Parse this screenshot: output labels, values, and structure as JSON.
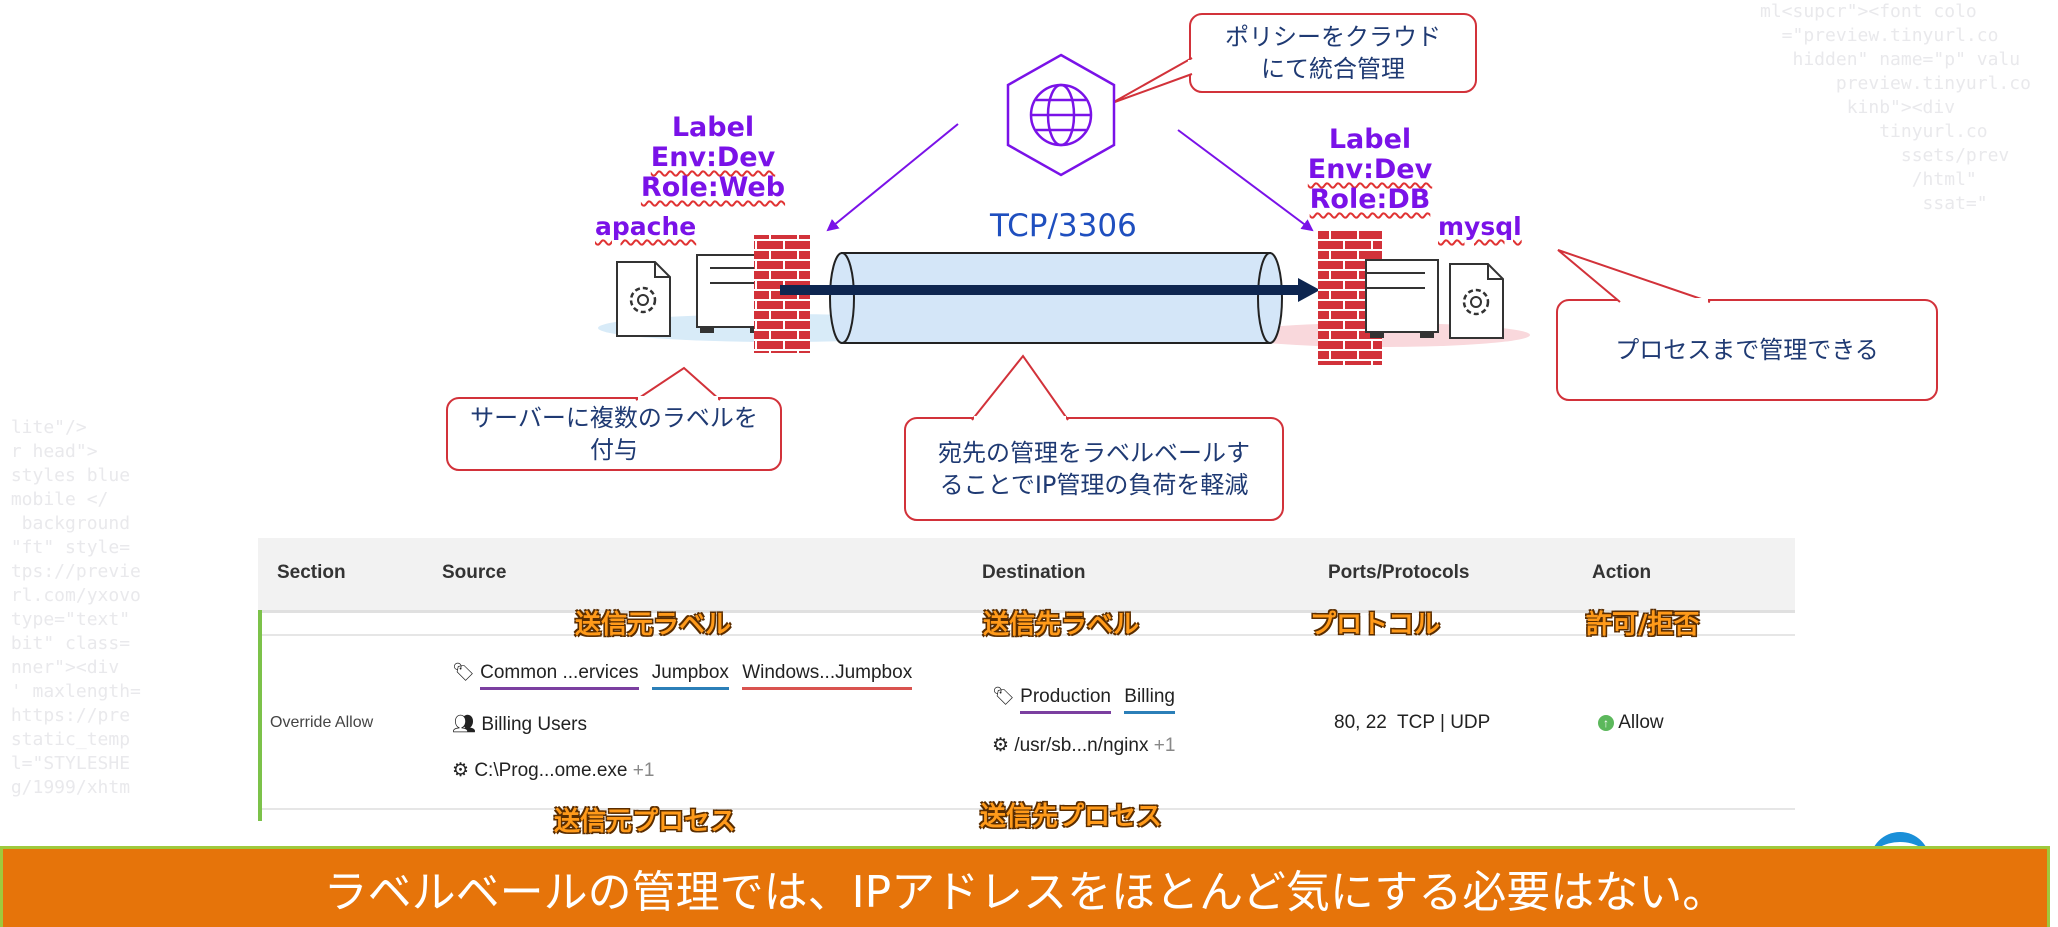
{
  "callouts": {
    "policy_line1": "ポリシーをクラウド",
    "policy_line2": "にて統合管理",
    "multi_label_line1": "サーバーに複数のラベルを",
    "multi_label_line2": "付与",
    "dest_line1": "宛先の管理をラベルベールす",
    "dest_line2": "ることでIP管理の負荷を軽減",
    "process": "プロセスまで管理できる"
  },
  "left_labels": [
    "Label",
    "Env:Dev",
    "Role:Web"
  ],
  "right_labels": [
    "Label",
    "Env:Dev",
    "Role:DB"
  ],
  "left_host": "apache",
  "right_host": "mysql",
  "connection": "TCP/3306",
  "table": {
    "headers": [
      "Section",
      "Source",
      "Destination",
      "Ports/Protocols",
      "Action"
    ],
    "row": {
      "section": "Override Allow",
      "source_tags": [
        "Common ...ervices",
        "Jumpbox",
        "Windows...Jumpbox"
      ],
      "source_user_group": "Billing Users",
      "source_process": "C:\\Prog...ome.exe",
      "source_process_more": "+1",
      "dest_tags": [
        "Production",
        "Billing"
      ],
      "dest_process": "/usr/sb...n/nginx",
      "dest_process_more": "+1",
      "ports": "80, 22",
      "protocols": "TCP | UDP",
      "action": "Allow"
    }
  },
  "annotations": {
    "src_label": "送信元ラベル",
    "dst_label": "送信先ラベル",
    "protocol": "プロトコル",
    "allow_deny": "許可/拒否",
    "src_process": "送信元プロセス",
    "dst_process": "送信先プロセス"
  },
  "banner": "ラベルベールの管理では、IPアドレスをほとんど気にする必要はない。",
  "colors": {
    "label_purple": "#7a12e8",
    "callout_red": "#d2323a",
    "banner_orange": "#e6740a",
    "banner_border": "#9fc93c",
    "pipe_fill": "#d4e6f8",
    "firewall_red": "#d2323a"
  }
}
